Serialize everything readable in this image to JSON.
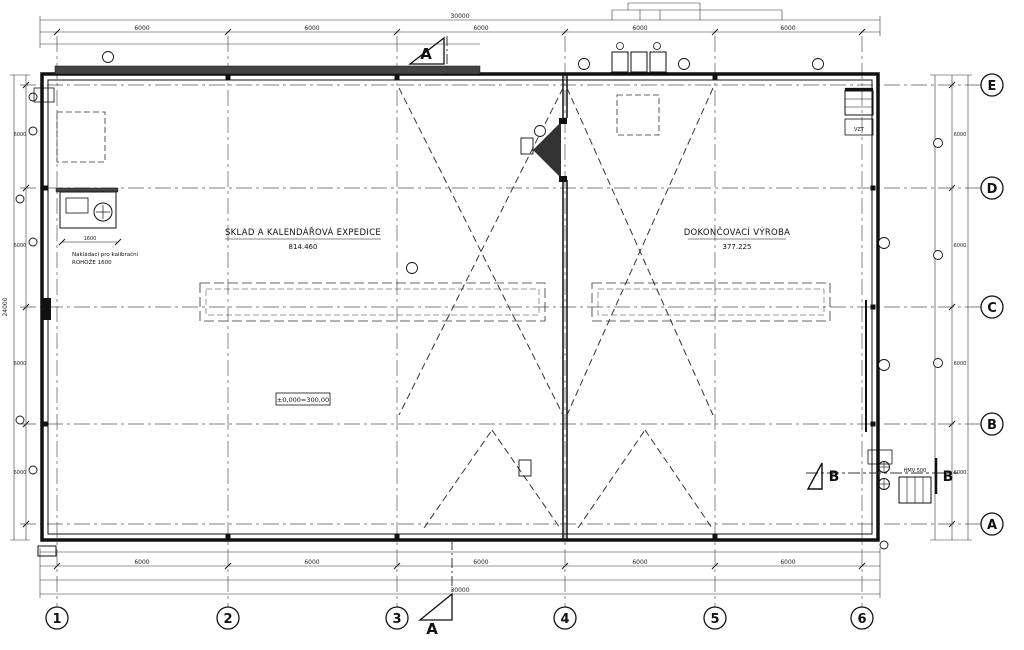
{
  "grid": {
    "columns": [
      "1",
      "2",
      "3",
      "4",
      "5",
      "6"
    ],
    "rows": [
      "E",
      "D",
      "C",
      "B",
      "A"
    ]
  },
  "sections": {
    "a": "A",
    "b": "B"
  },
  "rooms": [
    {
      "name": "SKLAD A KALENDÁŘOVÁ EXPEDICE",
      "number": "814.460"
    },
    {
      "name": "DOKONČOVACÍ VÝROBA",
      "number": "377.225"
    }
  ],
  "notes": {
    "elevation": "±0,000=300,00",
    "left_machine_1": "Nakládací pro kalibrační",
    "left_machine_2": "ROHOŽE 1600",
    "right_top": "VZT",
    "right_bottom": "HMV 500"
  },
  "dimensions": {
    "bay": "6000",
    "total_width": "30000",
    "total_height": "24000",
    "detail": "1600"
  }
}
